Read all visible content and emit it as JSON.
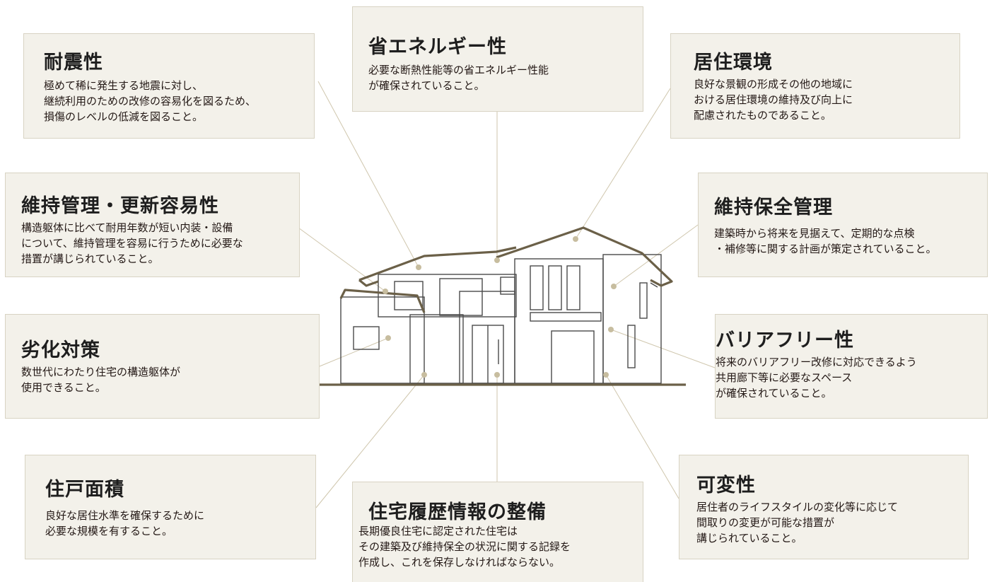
{
  "features": {
    "seismic": {
      "title": "耐震性",
      "text": "極めて稀に発生する地震に対し、\n継続利用のための改修の容易化を図るため、\n損傷のレベルの低減を図ること。"
    },
    "energy": {
      "title": "省エネルギー性",
      "text": "必要な断熱性能等の省エネルギー性能\nが確保されていること。"
    },
    "environment": {
      "title": "居住環境",
      "text": "良好な景観の形成その他の地域に\nおける居住環境の維持及び向上に\n配慮されたものであること。"
    },
    "maintenance_ease": {
      "title": "維持管理・更新容易性",
      "text": "構造躯体に比べて耐用年数が短い内装・設備\nについて、維持管理を容易に行うために必要な\n措置が講じられていること。"
    },
    "maintenance_plan": {
      "title": "維持保全管理",
      "text": "建築時から将来を見据えて、定期的な点検\n・補修等に関する計画が策定されていること。"
    },
    "deterioration": {
      "title": "劣化対策",
      "text": "数世代にわたり住宅の構造躯体が\n使用できること。"
    },
    "barrier_free": {
      "title": "バリアフリー性",
      "text": "将来のバリアフリー改修に対応できるよう\n共用廊下等に必要なスペース\nが確保されていること。"
    },
    "floor_area": {
      "title": "住戸面積",
      "text": "良好な居住水準を確保するために\n必要な規模を有すること。"
    },
    "history": {
      "title": "住宅履歴情報の整備",
      "text": "長期優良住宅に認定された住宅は\nその建築及び維持保全の状況に関する記録を\n作成し、これを保存しなければならない。"
    },
    "variability": {
      "title": "可変性",
      "text": "居住者のライフスタイルの変化等に応じて\n間取りの変更が可能な措置が\n講じられていること。"
    }
  },
  "colors": {
    "box_background": "#f3f1ea",
    "box_border": "#d8d3c3",
    "connector": "#cfc6ad",
    "roof_outline": "#6b6048",
    "house_line": "#4a4a4a"
  }
}
